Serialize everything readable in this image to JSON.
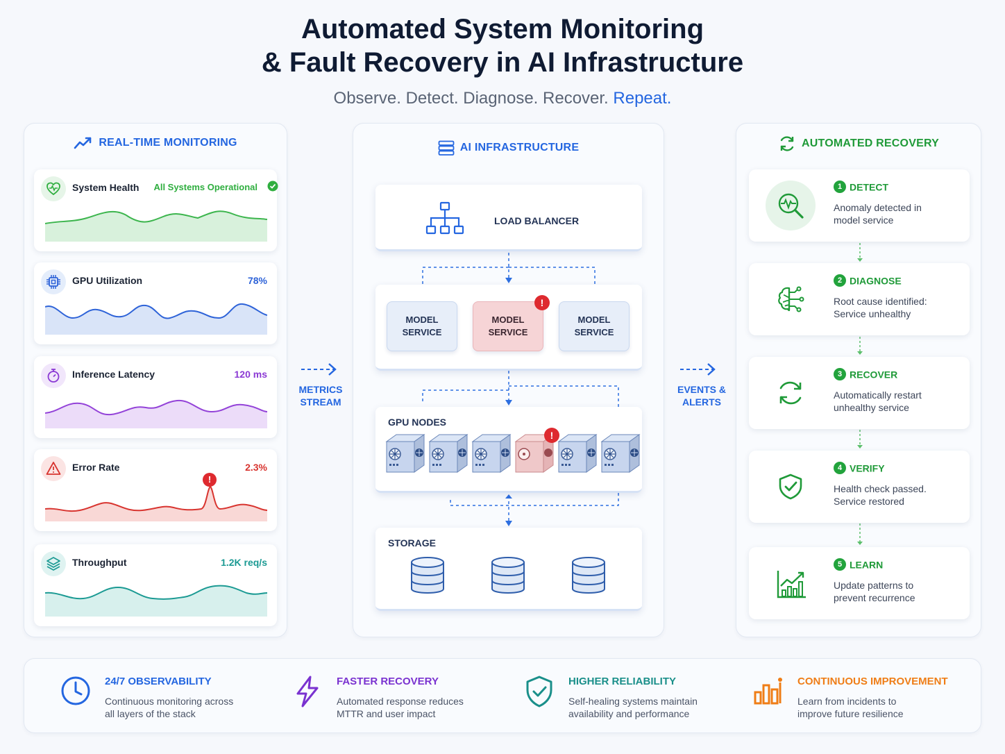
{
  "title": {
    "line1": "Automated System Monitoring",
    "line2": "& Fault Recovery in AI Infrastructure",
    "subtitle": "Observe. Detect. Diagnose. Recover.",
    "subtitle_highlight": "Repeat."
  },
  "monitoring": {
    "heading": "REAL-TIME MONITORING",
    "cards": [
      {
        "label": "System Health",
        "value": "All Systems Operational",
        "color": "#2fae3f",
        "icon": "heart-pulse-icon"
      },
      {
        "label": "GPU Utilization",
        "value": "78%",
        "color": "#2e63d8",
        "icon": "chip-icon"
      },
      {
        "label": "Inference Latency",
        "value": "120 ms",
        "color": "#8b39d4",
        "icon": "stopwatch-icon"
      },
      {
        "label": "Error Rate",
        "value": "2.3%",
        "color": "#d8342f",
        "icon": "warning-icon"
      },
      {
        "label": "Throughput",
        "value": "1.2K req/s",
        "color": "#1b9a93",
        "icon": "layers-icon"
      }
    ]
  },
  "flows": {
    "left": "METRICS\nSTREAM",
    "right": "EVENTS &\nALERTS"
  },
  "infra": {
    "heading": "AI INFRASTRUCTURE",
    "load_balancer": "LOAD BALANCER",
    "services": [
      "MODEL\nSERVICE",
      "MODEL\nSERVICE",
      "MODEL\nSERVICE"
    ],
    "gpu_label": "GPU NODES",
    "storage_label": "STORAGE",
    "alert_glyph": "!"
  },
  "recovery": {
    "heading": "AUTOMATED RECOVERY",
    "steps": [
      {
        "num": "1",
        "title": "DETECT",
        "desc": "Anomaly detected in\nmodel service",
        "icon": "magnifier-pulse-icon"
      },
      {
        "num": "2",
        "title": "DIAGNOSE",
        "desc": "Root cause identified:\nService unhealthy",
        "icon": "brain-circuit-icon"
      },
      {
        "num": "3",
        "title": "RECOVER",
        "desc": "Automatically restart\nunhealthy service",
        "icon": "refresh-icon"
      },
      {
        "num": "4",
        "title": "VERIFY",
        "desc": "Health check passed.\nService restored",
        "icon": "shield-check-icon"
      },
      {
        "num": "5",
        "title": "LEARN",
        "desc": "Update patterns to\nprevent recurrence",
        "icon": "growth-chart-icon"
      }
    ]
  },
  "benefits": [
    {
      "title": "24/7 OBSERVABILITY",
      "desc": "Continuous monitoring across\nall layers of the stack",
      "color": "#2466e0",
      "icon": "clock-icon"
    },
    {
      "title": "FASTER RECOVERY",
      "desc": "Automated response reduces\nMTTR and user impact",
      "color": "#7a32d0",
      "icon": "lightning-icon"
    },
    {
      "title": "HIGHER RELIABILITY",
      "desc": "Self-healing systems maintain\navailability and performance",
      "color": "#1a8f8a",
      "icon": "shield-check-icon"
    },
    {
      "title": "CONTINUOUS IMPROVEMENT",
      "desc": "Learn from incidents to\nimprove future resilience",
      "color": "#ef7d16",
      "icon": "bar-chart-icon"
    }
  ]
}
